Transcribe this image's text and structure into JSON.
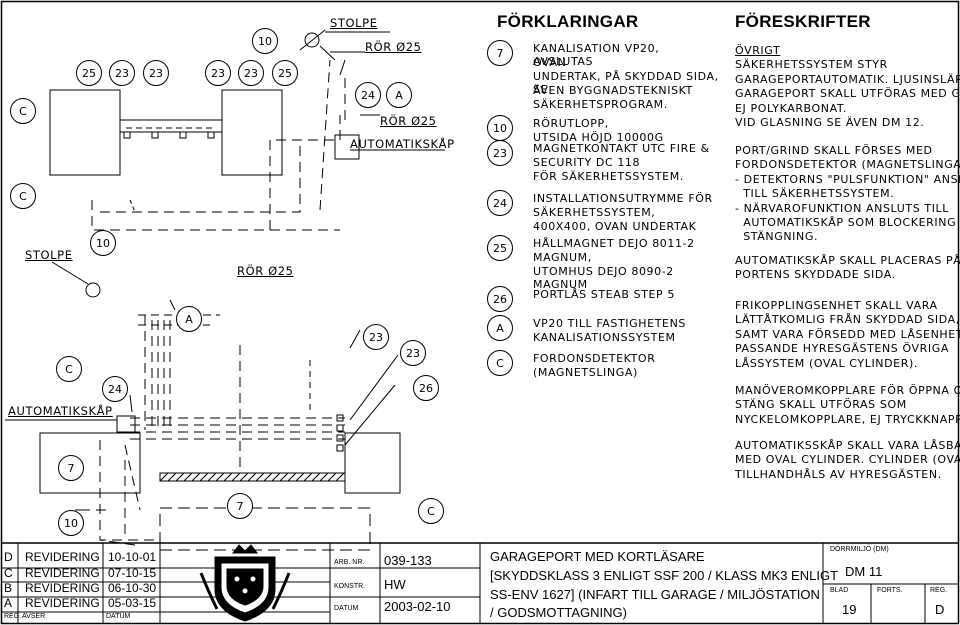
{
  "drawing": {
    "labels": {
      "stolpe_top": "STOLPE",
      "stolpe_left": "STOLPE",
      "ror_025_a": "RÖR Ø25",
      "ror_025_b": "RÖR Ø25",
      "ror_025_c": "RÖR Ø25",
      "automatikskap_top": "AUTOMATIKSKÅP",
      "automatikskap_left": "AUTOMATIKSKÅP"
    },
    "markers": {
      "n10_top": "10",
      "n25_a": "25",
      "n23_a": "23",
      "n23_b": "23",
      "n23_c": "23",
      "n23_d": "23",
      "n25_b": "25",
      "n24_top": "24",
      "a_top": "A",
      "c_left_1": "C",
      "c_left_2": "C",
      "n10_left": "10",
      "a_mid": "A",
      "c_left_3": "C",
      "n24_left": "24",
      "n23_mid1": "23",
      "n23_mid2": "23",
      "n26": "26",
      "n7_left": "7",
      "n7_bottom": "7",
      "n10_bottom": "10",
      "c_bottom": "C"
    }
  },
  "legend": {
    "title": "FÖRKLARINGAR",
    "items": [
      {
        "key": "7",
        "lines": [
          "KANALISATION VP20, AVSLUTAS",
          "OVAN",
          "UNDERTAK, PÅ SKYDDAD SIDA, SE",
          "ÄVEN BYGGNADSTEKNISKT",
          "SÄKERHETSPROGRAM."
        ]
      },
      {
        "key": "10",
        "lines": [
          "RÖRUTLOPP,",
          "UTSIDA HÖJD 10000G"
        ]
      },
      {
        "key": "23",
        "lines": [
          "MAGNETKONTAKT UTC FIRE &",
          "SECURITY DC 118",
          "FÖR SÄKERHETSSYSTEM."
        ]
      },
      {
        "key": "24",
        "lines": [
          "INSTALLATIONSUTRYMME FÖR",
          "SÄKERHETSSYSTEM,",
          "400x400, OVAN UNDERTAK"
        ]
      },
      {
        "key": "25",
        "lines": [
          "HÅLLMAGNET DEJO 8011-2",
          "MAGNUM,",
          "UTOMHUS DEJO 8090-2 MAGNUM"
        ]
      },
      {
        "key": "26",
        "lines": [
          "PORTLÅS STEAB STEP 5"
        ]
      },
      {
        "key": "A",
        "lines": [
          "VP20 TILL FASTIGHETENS",
          "KANALISATIONSSYSTEM"
        ]
      },
      {
        "key": "C",
        "lines": [
          "FORDONSDETEKTOR",
          "(MAGNETSLINGA)"
        ]
      }
    ]
  },
  "specs": {
    "title": "FÖRESKRIFTER",
    "paragraphs": [
      [
        "ÖVRIGT",
        "SÄKERHETSSYSTEM STYR",
        "GARAGEPORTAUTOMATIK. LJUSINSLÄPP I",
        "GARAGEPORT SKALL UTFÖRAS MED GLAS,",
        "EJ POLYKARBONAT.",
        "VID GLASNING SE ÄVEN DM 12."
      ],
      [
        "PORT/GRIND SKALL FÖRSES MED",
        "FORDONSDETEKTOR (MAGNETSLINGA) :",
        "- DETEKTORNS \"PULSFUNKTION\" ANSLUTS",
        "  TILL SÄKERHETSSYSTEM.",
        "- NÄRVAROFUNKTION ANSLUTS TILL",
        "  AUTOMATIKSKÅP SOM BLOCKERING AV",
        "  STÄNGNING."
      ],
      [
        "AUTOMATIKSKÅP SKALL PLACERAS PÅ",
        "PORTENS SKYDDADE SIDA."
      ],
      [
        "FRIKOPPLINGSENHET SKALL VARA",
        "LÄTTÅTKOMLIG FRÅN SKYDDAD SIDA,",
        "SAMT VARA FÖRSEDD MED LÅSENHET",
        "PASSANDE HYRESGÄSTENS ÖVRIGA",
        "LÅSSYSTEM (OVAL CYLINDER)."
      ],
      [
        "MANÖVEROMKOPPLARE FÖR ÖPPNA OCH",
        "STÄNG SKALL UTFÖRAS SOM",
        "NYCKELOMKOPPLARE, EJ TRYCKKNAPPAR."
      ],
      [
        "AUTOMATIKSSKÅP SKALL VARA LÅSBAR",
        "MED OVAL CYLINDER. CYLINDER (OVAL)",
        "TILLHANDHÅLS AV HYRESGÄSTEN."
      ]
    ]
  },
  "titleblock": {
    "revisions": [
      {
        "reg": "D",
        "text": "REVIDERING",
        "date": "10-10-01"
      },
      {
        "reg": "C",
        "text": "REVIDERING",
        "date": "07-10-15"
      },
      {
        "reg": "B",
        "text": "REVIDERING",
        "date": "06-10-30"
      },
      {
        "reg": "A",
        "text": "REVIDERING",
        "date": "05-03-15"
      }
    ],
    "rev_headers": {
      "reg": "REG.",
      "avser": "AVSER",
      "datum": "DATUM"
    },
    "arb_nr_label": "ARB. NR.",
    "arb_nr": "039-133",
    "konstr_label": "KONSTR.",
    "konstr": "HW",
    "datum_label": "DATUM",
    "datum": "2003-02-10",
    "title_lines": [
      "GARAGEPORT MED KORTLÄSARE",
      "[SKYDDSKLASS 3 ENLIGT SSF 200 / KLASS MK3 ENLIGT",
      "SS-ENV 1627] (INFART TILL GARAGE / MILJÖSTATION",
      "/ GODSMOTTAGNING)"
    ],
    "dormiljo_label": "DÖRRMILJÖ (DM)",
    "dm": "DM 11",
    "blad_label": "BLAD",
    "blad": "19",
    "forts_label": "FORTS.",
    "forts": "",
    "reg_label": "REG.",
    "reg": "D"
  }
}
